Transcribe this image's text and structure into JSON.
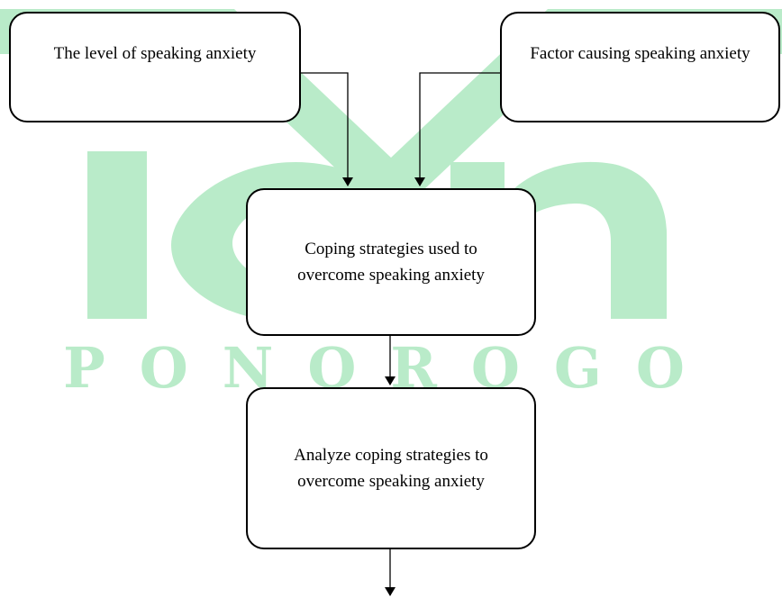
{
  "watermark": {
    "text": "PONOROGO",
    "color": "#b9ebc9"
  },
  "nodes": {
    "level": "The level of speaking anxiety",
    "factor": "Factor causing speaking anxiety",
    "coping": "Coping strategies used to overcome speaking anxiety",
    "analyze": "Analyze coping strategies to overcome speaking anxiety"
  },
  "edges": [
    {
      "from": "level",
      "to": "coping"
    },
    {
      "from": "factor",
      "to": "coping"
    },
    {
      "from": "coping",
      "to": "analyze"
    },
    {
      "from": "analyze",
      "to": "next"
    }
  ]
}
